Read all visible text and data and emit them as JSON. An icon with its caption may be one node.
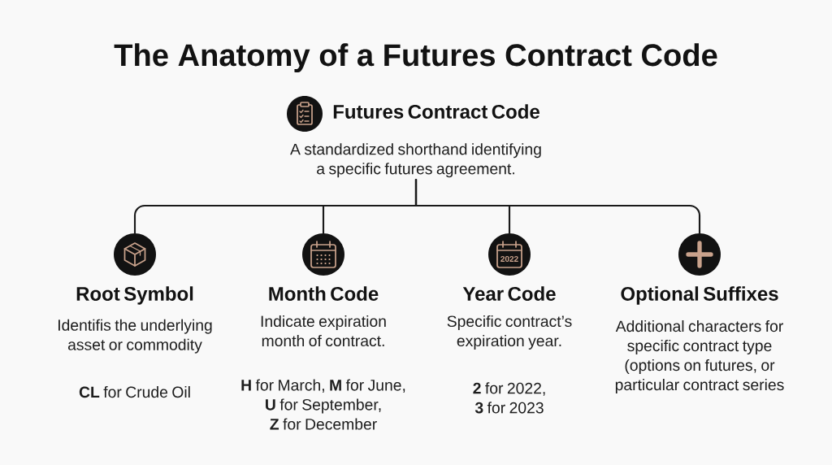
{
  "diagram": {
    "title": "The Anatomy of a Futures Contract Code",
    "nodes": [
      {
        "text": [
          "Futures Contract Code",
          "A standardized shorthand identifying a specific futures agreement."
        ]
      },
      {
        "text": [
          "Root Symbol",
          "Identifis the underlying asset or commodity",
          "**CL** for Crude Oil"
        ]
      },
      {
        "text": [
          "Month Code",
          "Indicate expiration month of contract.",
          "**H** for March, **M** for June, **U** for September, **Z** for December"
        ]
      },
      {
        "text": [
          "Year Code",
          "Specific contract’s expiration year.",
          "**2** for 2022, **3** for 2023"
        ]
      },
      {
        "text": [
          "Optional Suffixes",
          "Additional characters for specific contract type (options on futures, or particular contract series"
        ]
      }
    ],
    "edges": [
      {
        "from": 0,
        "to": 1,
        "arrow": "none"
      },
      {
        "from": 0,
        "to": 2,
        "arrow": "none"
      },
      {
        "from": 0,
        "to": 3,
        "arrow": "none"
      },
      {
        "from": 0,
        "to": 4,
        "arrow": "none"
      }
    ],
    "labels": [
      "2022"
    ]
  }
}
